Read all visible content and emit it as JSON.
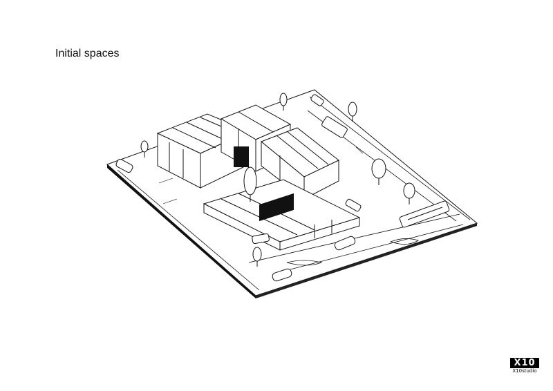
{
  "title": "Initial spaces",
  "logo": {
    "mark": "X10",
    "text": "X10studio"
  },
  "colors": {
    "ink": "#111111",
    "paper": "#ffffff"
  }
}
